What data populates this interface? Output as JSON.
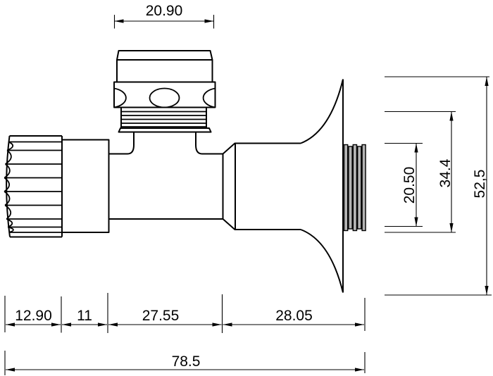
{
  "drawing": {
    "description": "angle valve technical drawing",
    "line_color": "#000000",
    "background_color": "#ffffff",
    "dimensions": {
      "top_width": "20.90",
      "right_inner": "20.50",
      "right_middle": "34.4",
      "right_outer": "52,5",
      "bottom_seg_1": "12.90",
      "bottom_seg_2": "11",
      "bottom_seg_3": "27.55",
      "bottom_seg_4": "28.05",
      "bottom_total": "78.5"
    }
  }
}
